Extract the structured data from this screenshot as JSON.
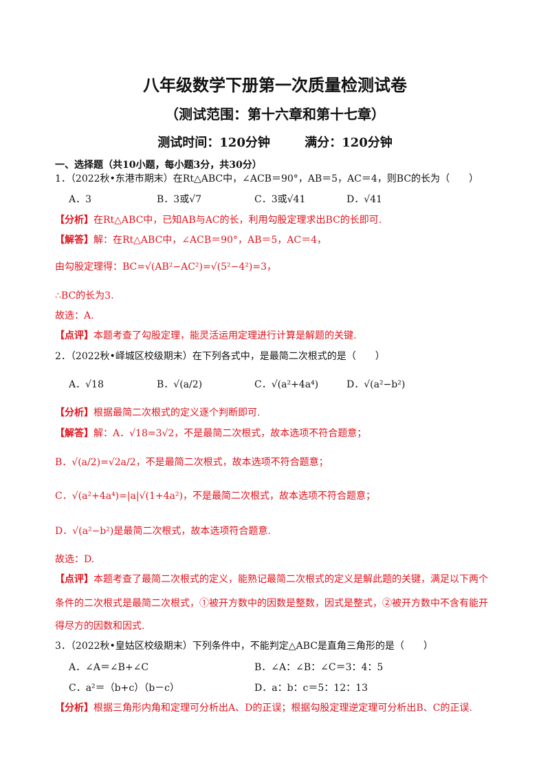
{
  "header": {
    "title": "八年级数学下册第一次质量检测试卷",
    "subtitle": "（测试范围：第十六章和第十七章）",
    "time": "测试时间：120分钟",
    "score": "满分：120分钟"
  },
  "section": "一、选择题（共10小题，每小题3分，共30分）",
  "q1": {
    "stem": "1．（2022秋•东港市期末）在Rt△ABC中，∠ACB＝90°，AB＝5，AC＝4，则BC的长为（　　）",
    "options": [
      "A．3",
      "B．3或√7",
      "C．3或√41",
      "D．√41"
    ],
    "analysis": "【分析】在Rt△ABC中，已知AB与AC的长，利用勾股定理求出BC的长即可.",
    "solution": "【解答】解：在Rt△ABC中，∠ACB＝90°，AB＝5，AC＝4，",
    "step": "由勾股定理得：BC=√(AB²−AC²)=√(5²−4²)=3，",
    "conclusion": "∴BC的长为3.",
    "choice": "故选：A.",
    "comment": "【点评】本题考查了勾股定理，能灵活运用定理进行计算是解题的关键."
  },
  "q2": {
    "stem": "2．（2022秋•峄城区校级期末）在下列各式中，是最简二次根式的是（　　）",
    "options": [
      "A．√18",
      "B．√(a/2)",
      "C．√(a²+4a⁴)",
      "D．√(a²−b²)"
    ],
    "analysis": "【分析】根据最简二次根式的定义逐个判断即可.",
    "solA": "【解答】解：A．√18=3√2，不是最简二次根式，故本选项不符合题意；",
    "solB": "B．√(a/2)=√2a/2，不是最简二次根式，故本选项不符合题意；",
    "solC": "C．√(a²+4a⁴)=|a|√(1+4a²)，不是最简二次根式，故本选项不符合题意；",
    "solD": "D．√(a²−b²)是最简二次根式，故本选项符合题意.",
    "choice": "故选：D.",
    "comment1": "【点评】本题考查了最简二次根式的定义，能熟记最简二次根式的定义是解此题的关键，满足以下两个",
    "comment2": "条件的二次根式是最简二次根式，①被开方数中的因数是整数，因式是整式，②被开方数中不含有能开",
    "comment3": "得尽方的因数和因式."
  },
  "q3": {
    "stem": "3．（2022秋•皇姑区校级期末）下列条件中，不能判定△ABC是直角三角形的是（　　）",
    "options": [
      "A．∠A＝∠B+∠C",
      "B．∠A：∠B：∠C＝3：4：5",
      "C．a²＝（b+c）（b－c）",
      "D．a：b：c＝5：12：13"
    ],
    "analysis": "【分析】根据三角形内角和定理可分析出A、D的正误；根据勾股定理逆定理可分析出B、C的正误."
  }
}
